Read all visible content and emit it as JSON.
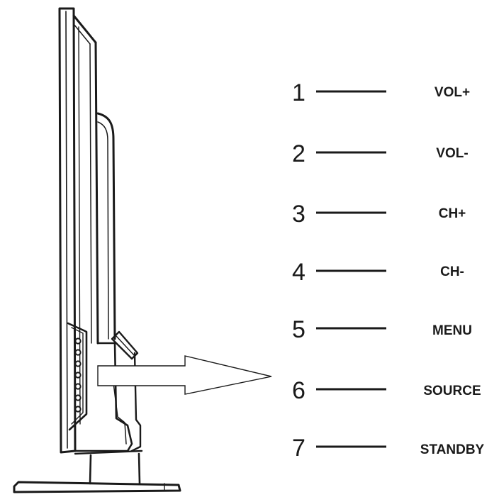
{
  "buttons": [
    {
      "number": "1",
      "label": "VOL+"
    },
    {
      "number": "2",
      "label": "VOL-"
    },
    {
      "number": "3",
      "label": "CH+"
    },
    {
      "number": "4",
      "label": "CH-"
    },
    {
      "number": "5",
      "label": "MENU"
    },
    {
      "number": "6",
      "label": "SOURCE"
    },
    {
      "number": "7",
      "label": "STANDBY"
    }
  ],
  "colors": {
    "ink": "#1a1a1a",
    "arrow_fill": "#ffffff",
    "background": "#ffffff"
  }
}
